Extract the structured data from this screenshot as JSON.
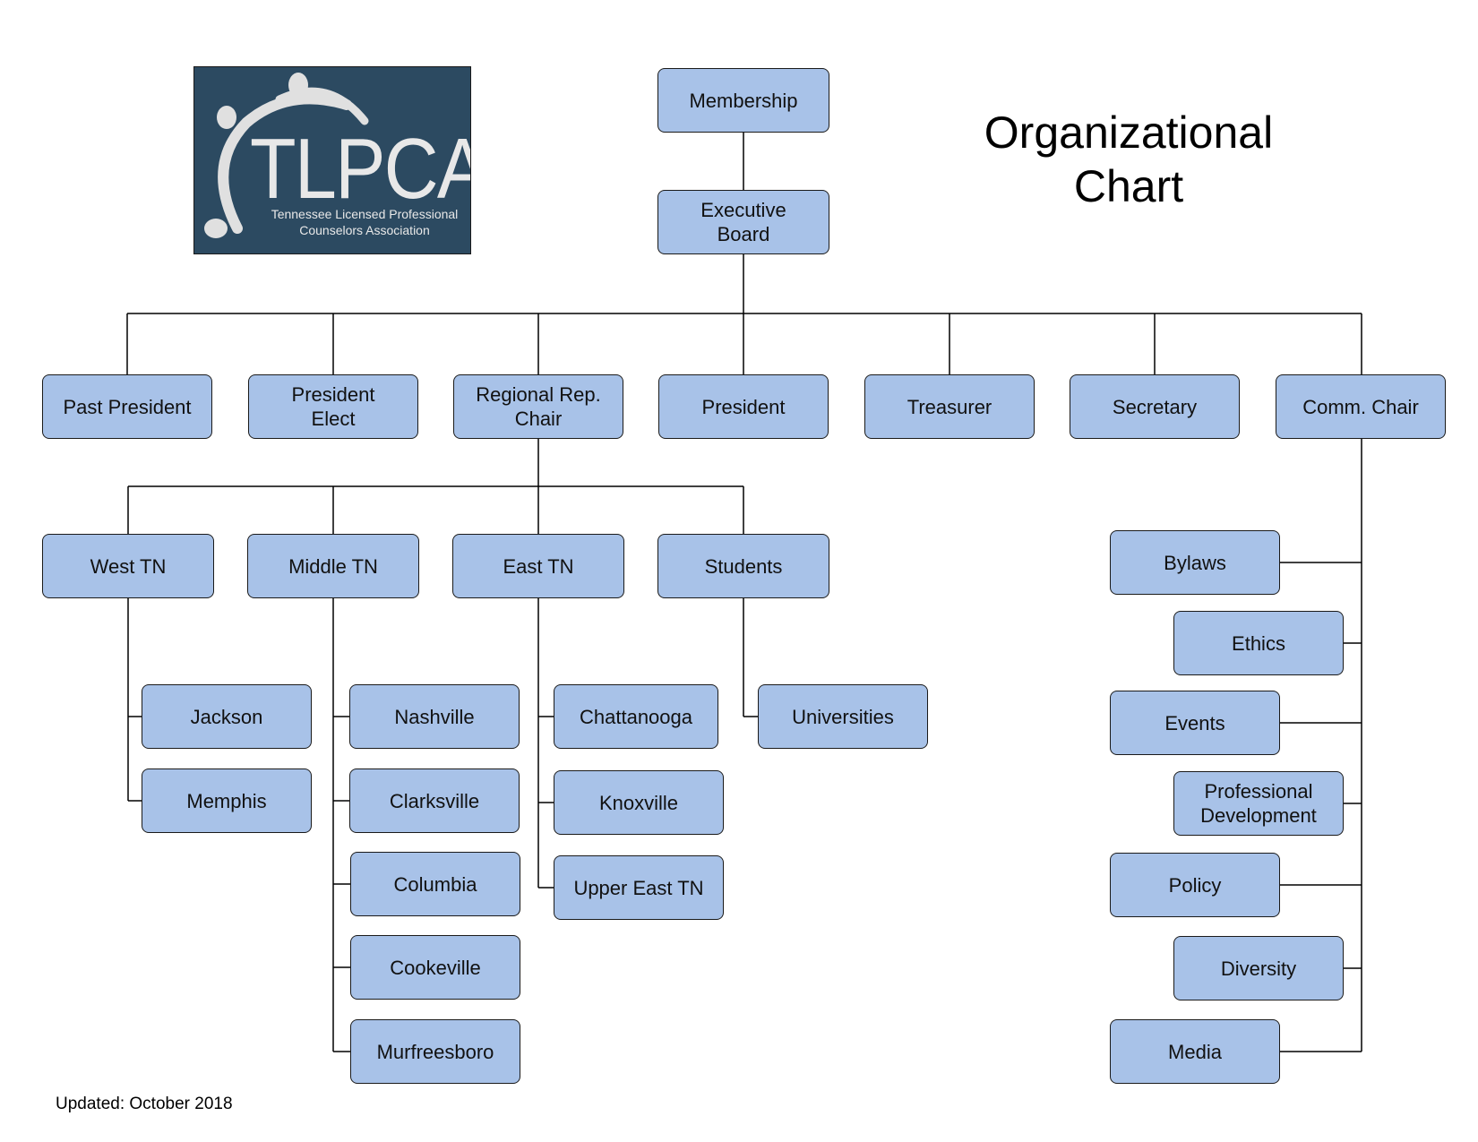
{
  "title": "Organizational\nChart",
  "logo": {
    "wordmark": "TLPCA",
    "subtitle": "Tennessee Licensed Professional\nCounselors Association"
  },
  "footer": "Updated: October 2018",
  "colors": {
    "box_fill": "#a8c2e8",
    "box_border": "#1a1a1a",
    "logo_bg": "#2c4a61",
    "line": "#000000"
  },
  "nodes": {
    "membership": "Membership",
    "executive_board": "Executive\nBoard",
    "past_president": "Past President",
    "president_elect": "President\nElect",
    "regional_rep_chair": "Regional Rep.\nChair",
    "president": "President",
    "treasurer": "Treasurer",
    "secretary": "Secretary",
    "comm_chair": "Comm. Chair",
    "west_tn": "West TN",
    "middle_tn": "Middle TN",
    "east_tn": "East TN",
    "students": "Students",
    "jackson": "Jackson",
    "memphis": "Memphis",
    "nashville": "Nashville",
    "clarksville": "Clarksville",
    "columbia": "Columbia",
    "cookeville": "Cookeville",
    "murfreesboro": "Murfreesboro",
    "chattanooga": "Chattanooga",
    "knoxville": "Knoxville",
    "upper_east_tn": "Upper East TN",
    "universities": "Universities",
    "bylaws": "Bylaws",
    "ethics": "Ethics",
    "events": "Events",
    "professional_development": "Professional\nDevelopment",
    "policy": "Policy",
    "diversity": "Diversity",
    "media": "Media"
  }
}
